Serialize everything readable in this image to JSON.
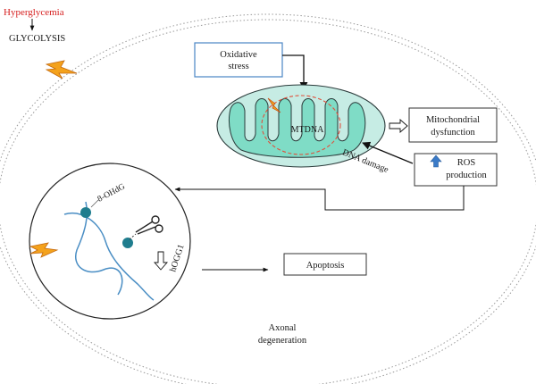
{
  "trigger": {
    "label": "Hyperglycemia",
    "color": "#d62020"
  },
  "pathway": {
    "label": "GLYCOLYSIS"
  },
  "oxidative_stress": {
    "line1": "Oxidative",
    "line2": "stress",
    "border_color": "#4a86c5"
  },
  "mitochondrion": {
    "dna_label": "MTDNA",
    "fill_color": "#c6ece4",
    "crista_color": "#7fdcc6",
    "outline_color": "#2a3a3a",
    "dna_ring_color": "#e0503c"
  },
  "mito_dysfunction": {
    "line1": "Mitochondrial",
    "line2": "dysfunction"
  },
  "ros": {
    "line1": "ROS",
    "line2": "production",
    "arrow_color": "#3b7bc8"
  },
  "dna_damage": {
    "label": "DNA damage"
  },
  "nucleus": {
    "adduct_label": "8-OHdG",
    "enzyme_label": "hOGG1",
    "helix_color": "#4a8ec4",
    "adduct_color": "#1f7d8e",
    "icons": [
      "scissors-icon",
      "lightning-icon",
      "down-arrow-icon"
    ]
  },
  "apoptosis": {
    "label": "Apoptosis"
  },
  "outcome": {
    "line1": "Axonal",
    "line2": "degeneration"
  },
  "lightning_color": "#f4a21c"
}
